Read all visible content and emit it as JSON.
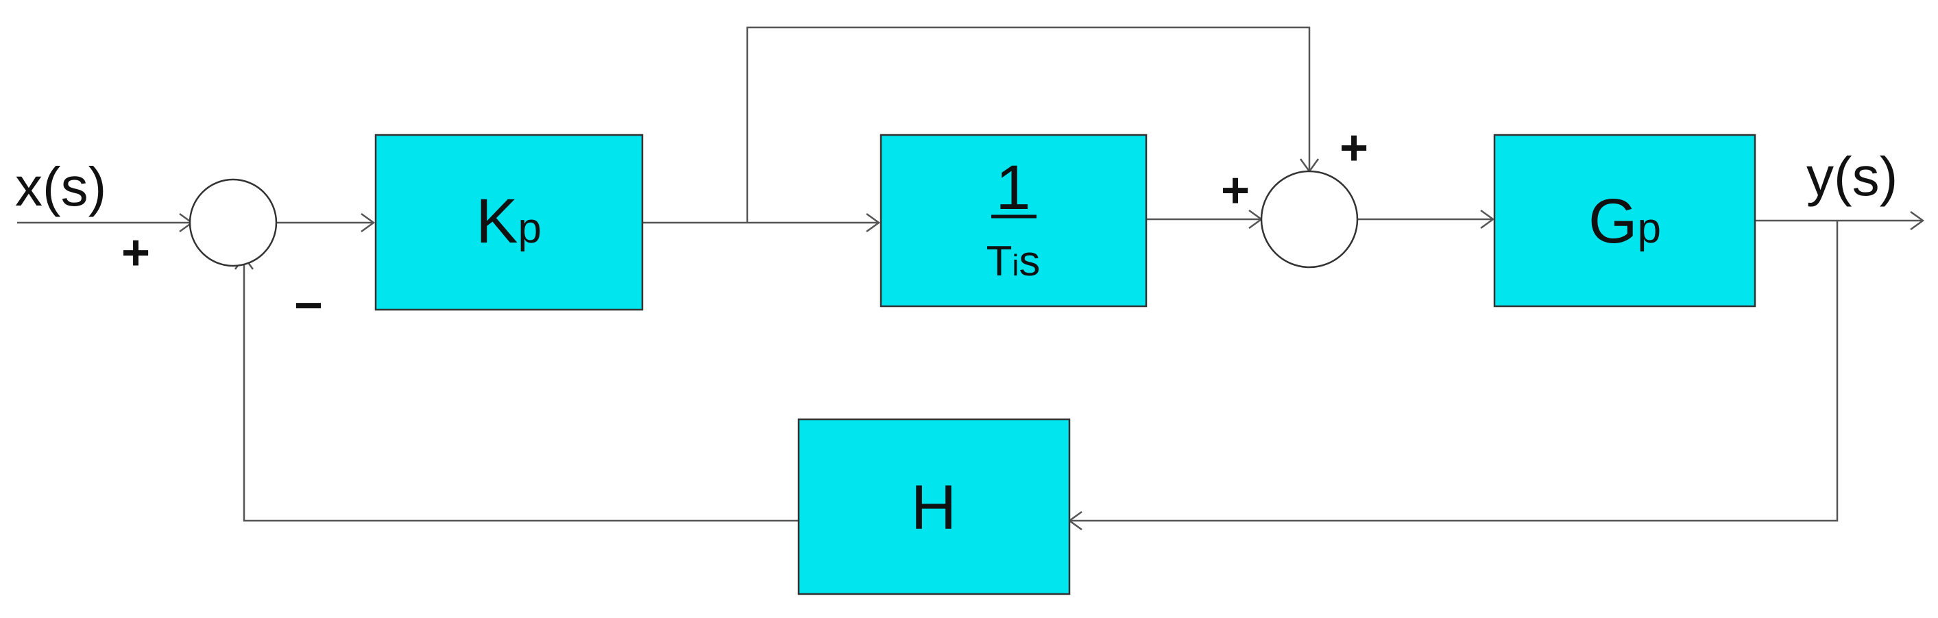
{
  "signals": {
    "input": "x(s)",
    "output": "y(s)"
  },
  "blocks": {
    "kp": {
      "main": "K",
      "sub": "p"
    },
    "integral": {
      "numerator": "1",
      "den_main": "T",
      "den_sub": "i",
      "den_tail": "s"
    },
    "gp": {
      "main": "G",
      "sub": "p"
    },
    "h": {
      "main": "H"
    }
  },
  "signs": {
    "input_plus": "+",
    "feedback_minus": "−",
    "sum2_top_plus": "+",
    "sum2_left_plus": "+"
  },
  "colors": {
    "block_fill": "#00e5ee",
    "line": "#555555",
    "background": "#ffffff"
  }
}
